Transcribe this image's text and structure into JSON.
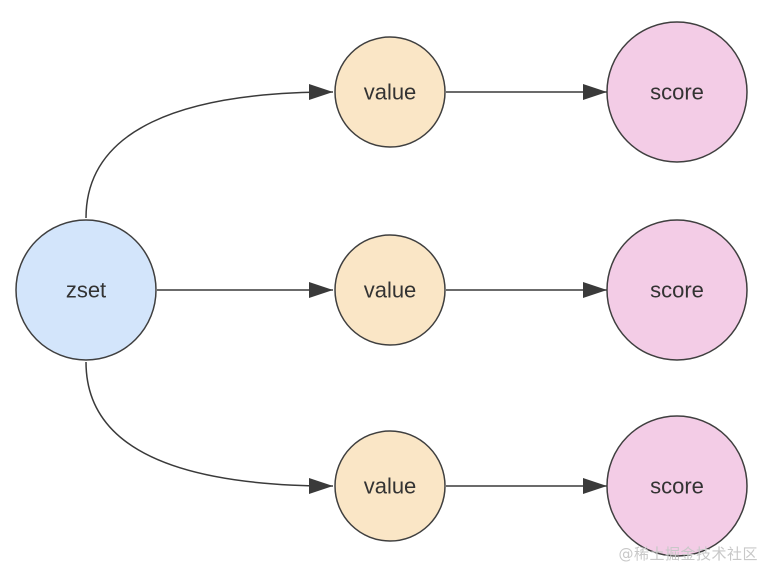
{
  "diagram": {
    "root": {
      "label": "zset",
      "fill": "#d3e5fb",
      "stroke": "#3f3f3f"
    },
    "rows": [
      {
        "value": {
          "label": "value",
          "fill": "#fae6c6",
          "stroke": "#3f3f3f"
        },
        "score": {
          "label": "score",
          "fill": "#f3cce6",
          "stroke": "#3f3f3f"
        }
      },
      {
        "value": {
          "label": "value",
          "fill": "#fae6c6",
          "stroke": "#3f3f3f"
        },
        "score": {
          "label": "score",
          "fill": "#f3cce6",
          "stroke": "#3f3f3f"
        }
      },
      {
        "value": {
          "label": "value",
          "fill": "#fae6c6",
          "stroke": "#3f3f3f"
        },
        "score": {
          "label": "score",
          "fill": "#f3cce6",
          "stroke": "#3f3f3f"
        }
      }
    ],
    "edge_color": "#3a3a3a"
  },
  "watermark": {
    "text": "@稀土掘金技术社区"
  }
}
